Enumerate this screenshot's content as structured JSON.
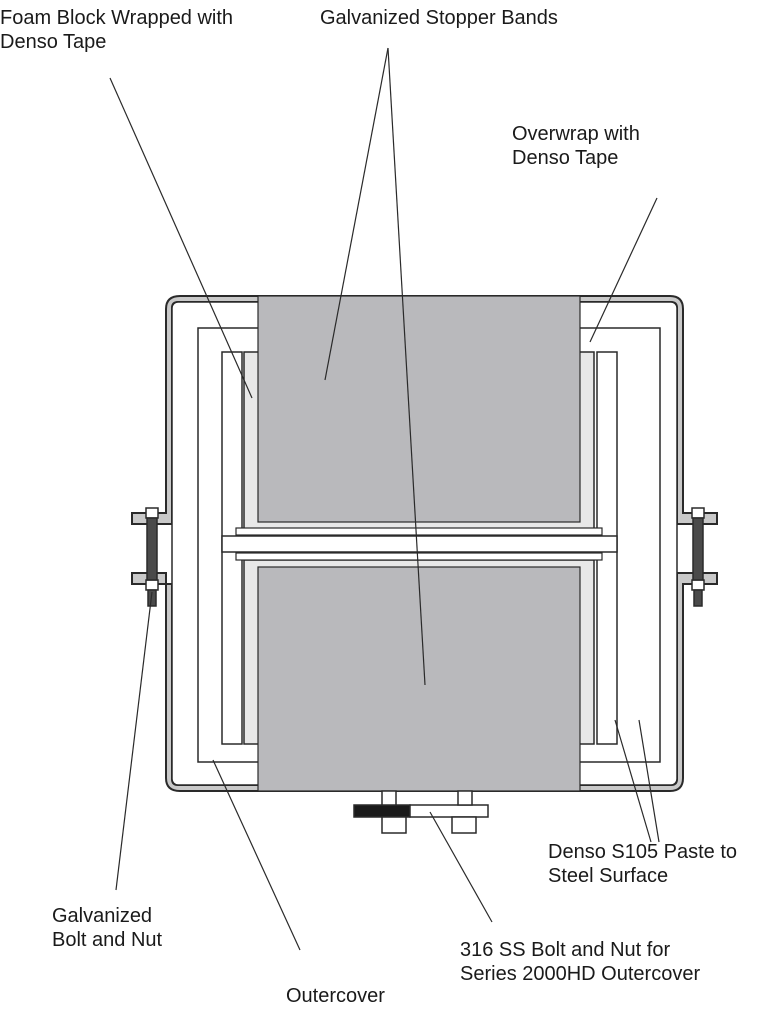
{
  "labels": {
    "foam_block": [
      "Foam Block Wrapped with",
      "Denso Tape"
    ],
    "stopper_bands": [
      "Galvanized Stopper Bands"
    ],
    "overwrap": [
      "Overwrap with",
      "Denso Tape"
    ],
    "paste": [
      "Denso S105 Paste to",
      "Steel Surface"
    ],
    "galv_bolt": [
      "Galvanized",
      "Bolt and Nut"
    ],
    "ss_bolt": [
      "316 SS Bolt and Nut for",
      "Series 2000HD Outercover"
    ],
    "outercover": [
      "Outercover"
    ]
  },
  "colors": {
    "line": "#2a2a2a",
    "cover_fill": "#c9c9c9",
    "foam_fill": "#b9b9bc",
    "tape_fill": "#e8e8e8",
    "white": "#ffffff",
    "dark": "#1a1a1a"
  }
}
